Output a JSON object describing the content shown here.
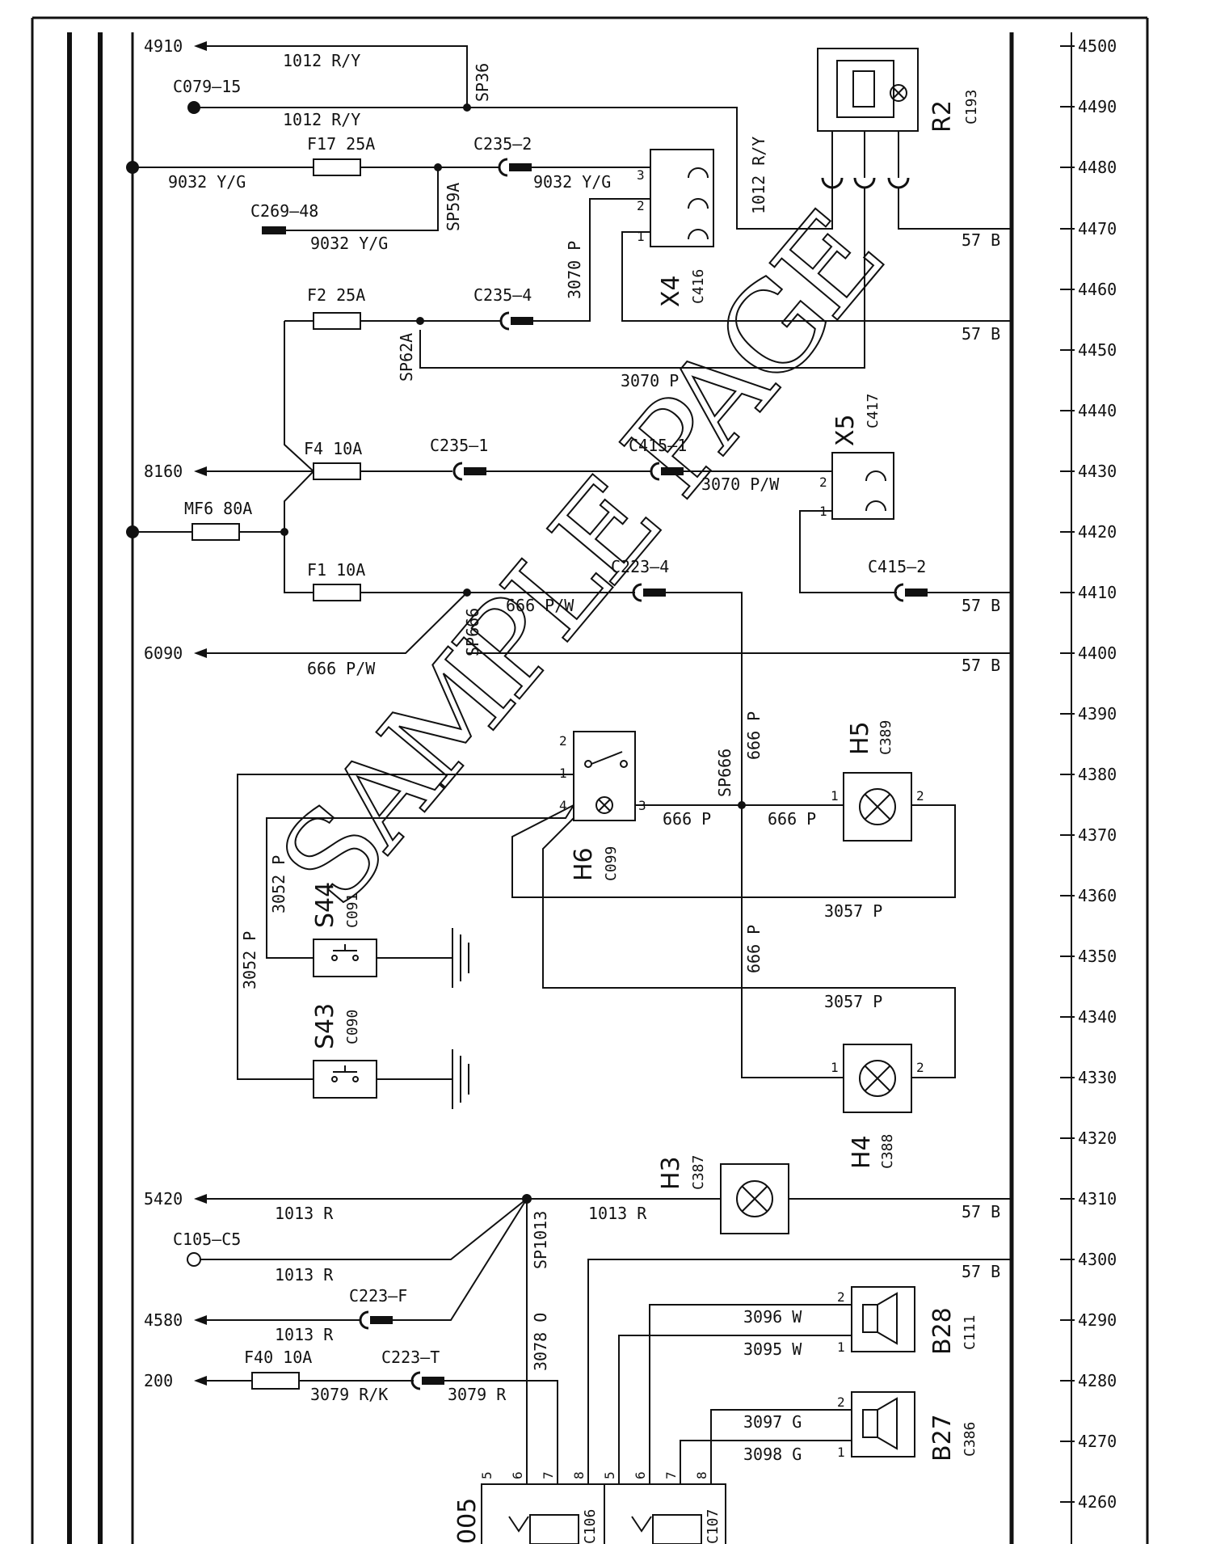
{
  "diagram": {
    "ruler": [
      "4500",
      "4490",
      "4480",
      "4470",
      "4460",
      "4450",
      "4440",
      "4430",
      "4420",
      "4410",
      "4400",
      "4390",
      "4380",
      "4370",
      "4360",
      "4350",
      "4340",
      "4330",
      "4320",
      "4310",
      "4300",
      "4290",
      "4280",
      "4270",
      "4260"
    ],
    "watermark": "SAMPLE PAGE",
    "refs": [
      "4910",
      "8160",
      "6090",
      "5420",
      "4580",
      "200"
    ],
    "connectors": [
      "C079–15",
      "C235–2",
      "C269–48",
      "C235–4",
      "C235–1",
      "C415–1",
      "C223–4",
      "C415–2",
      "C105–C5",
      "C223–F",
      "C223–T"
    ],
    "splices": [
      "SP36",
      "SP59A",
      "SP62A",
      "SP666",
      "SP666",
      "SP1013"
    ],
    "fuses": [
      "F17  25A",
      "F2  25A",
      "F4  10A",
      "MF6  80A",
      "F1  10A",
      "F40  10A"
    ],
    "wires": [
      "1012  R/Y",
      "1012  R/Y",
      "9032  Y/G",
      "9032  Y/G",
      "9032  Y/G",
      "1012  R/Y",
      "3070  P",
      "3070  P",
      "3070  P/W",
      "666  P/W",
      "666  P/W",
      "666  P",
      "666  P",
      "666  P",
      "666  P",
      "3052  P",
      "3052  P",
      "3057  P",
      "3057  P",
      "1013  R",
      "1013  R",
      "1013  R",
      "1013  R",
      "3079  R/K",
      "3079  R",
      "3078  O",
      "3096  W",
      "3095  W",
      "3097  G",
      "3098  G"
    ],
    "ground_labels": [
      "57  B",
      "57  B",
      "57  B",
      "57  B",
      "57  B",
      "57  B"
    ],
    "components": {
      "r2": {
        "name": "R2",
        "code": "C193"
      },
      "x4": {
        "name": "X4",
        "code": "C416"
      },
      "x5": {
        "name": "X5",
        "code": "C417"
      },
      "h6": {
        "name": "H6",
        "code": "C099"
      },
      "h5": {
        "name": "H5",
        "code": "C389"
      },
      "h4": {
        "name": "H4",
        "code": "C388"
      },
      "h3": {
        "name": "H3",
        "code": "C387"
      },
      "s44": {
        "name": "S44",
        "code": "C091"
      },
      "s43": {
        "name": "S43",
        "code": "C090"
      },
      "b28": {
        "name": "B28",
        "code": "C111"
      },
      "b27": {
        "name": "B27",
        "code": "C386"
      },
      "a005": {
        "name": "005",
        "code1": "C106",
        "code2": "C107"
      }
    },
    "pins": {
      "x4": [
        "3",
        "2",
        "1"
      ],
      "x5": [
        "2",
        "1"
      ],
      "h6": [
        "2",
        "1",
        "4",
        "3"
      ],
      "lamp": [
        "1",
        "2"
      ],
      "speaker": [
        "2",
        "1"
      ],
      "module": [
        "5",
        "6",
        "7",
        "8",
        "5",
        "6",
        "7",
        "8"
      ]
    }
  }
}
